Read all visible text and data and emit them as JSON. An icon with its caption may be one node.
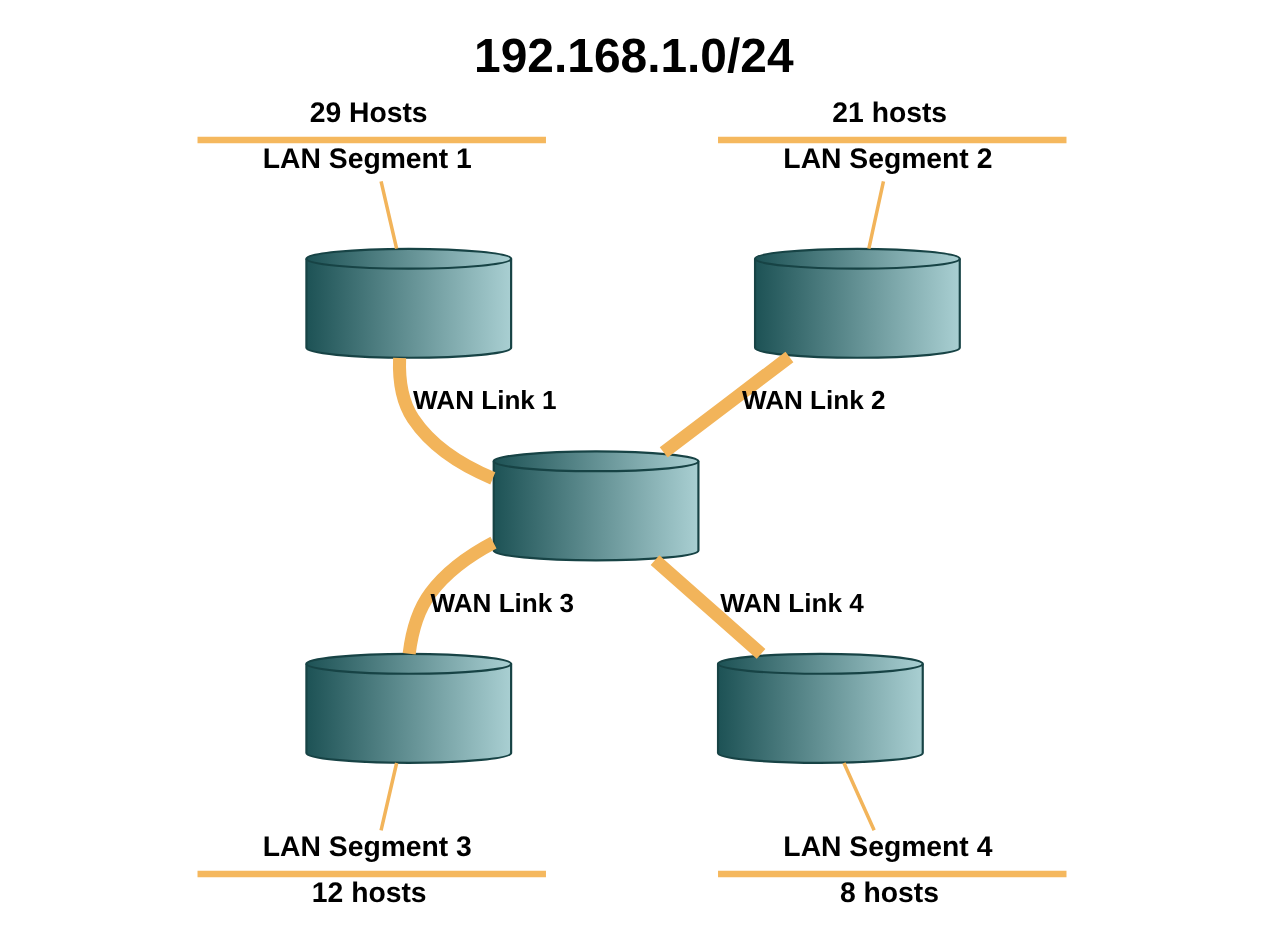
{
  "diagram": {
    "title": "192.168.1.0/24",
    "nodes": [
      {
        "text": [
          "29 Hosts",
          "LAN Segment 1"
        ]
      },
      {
        "text": [
          "21 hosts",
          "LAN Segment 2"
        ]
      },
      {
        "text": [],
        "shape": "cylinder"
      },
      {
        "text": [],
        "shape": "cylinder"
      },
      {
        "text": [],
        "shape": "cylinder"
      },
      {
        "text": [],
        "shape": "cylinder"
      },
      {
        "text": [],
        "shape": "cylinder"
      },
      {
        "text": [
          "LAN Segment 3",
          "12 hosts"
        ]
      },
      {
        "text": [
          "LAN Segment 4",
          "8 hosts"
        ]
      }
    ],
    "edges": [
      {
        "from": 0,
        "to": 2,
        "arrow": "none"
      },
      {
        "from": 1,
        "to": 3,
        "arrow": "none"
      },
      {
        "from": 2,
        "to": 4,
        "arrow": "none",
        "label": "WAN Link 1",
        "style": "thick"
      },
      {
        "from": 3,
        "to": 4,
        "arrow": "none",
        "label": "WAN Link 2",
        "style": "thick"
      },
      {
        "from": 4,
        "to": 5,
        "arrow": "none",
        "label": "WAN Link 3",
        "style": "thick"
      },
      {
        "from": 4,
        "to": 6,
        "arrow": "none",
        "label": "WAN Link 4",
        "style": "thick"
      },
      {
        "from": 5,
        "to": 7,
        "arrow": "none"
      },
      {
        "from": 6,
        "to": 8,
        "arrow": "none"
      }
    ]
  }
}
